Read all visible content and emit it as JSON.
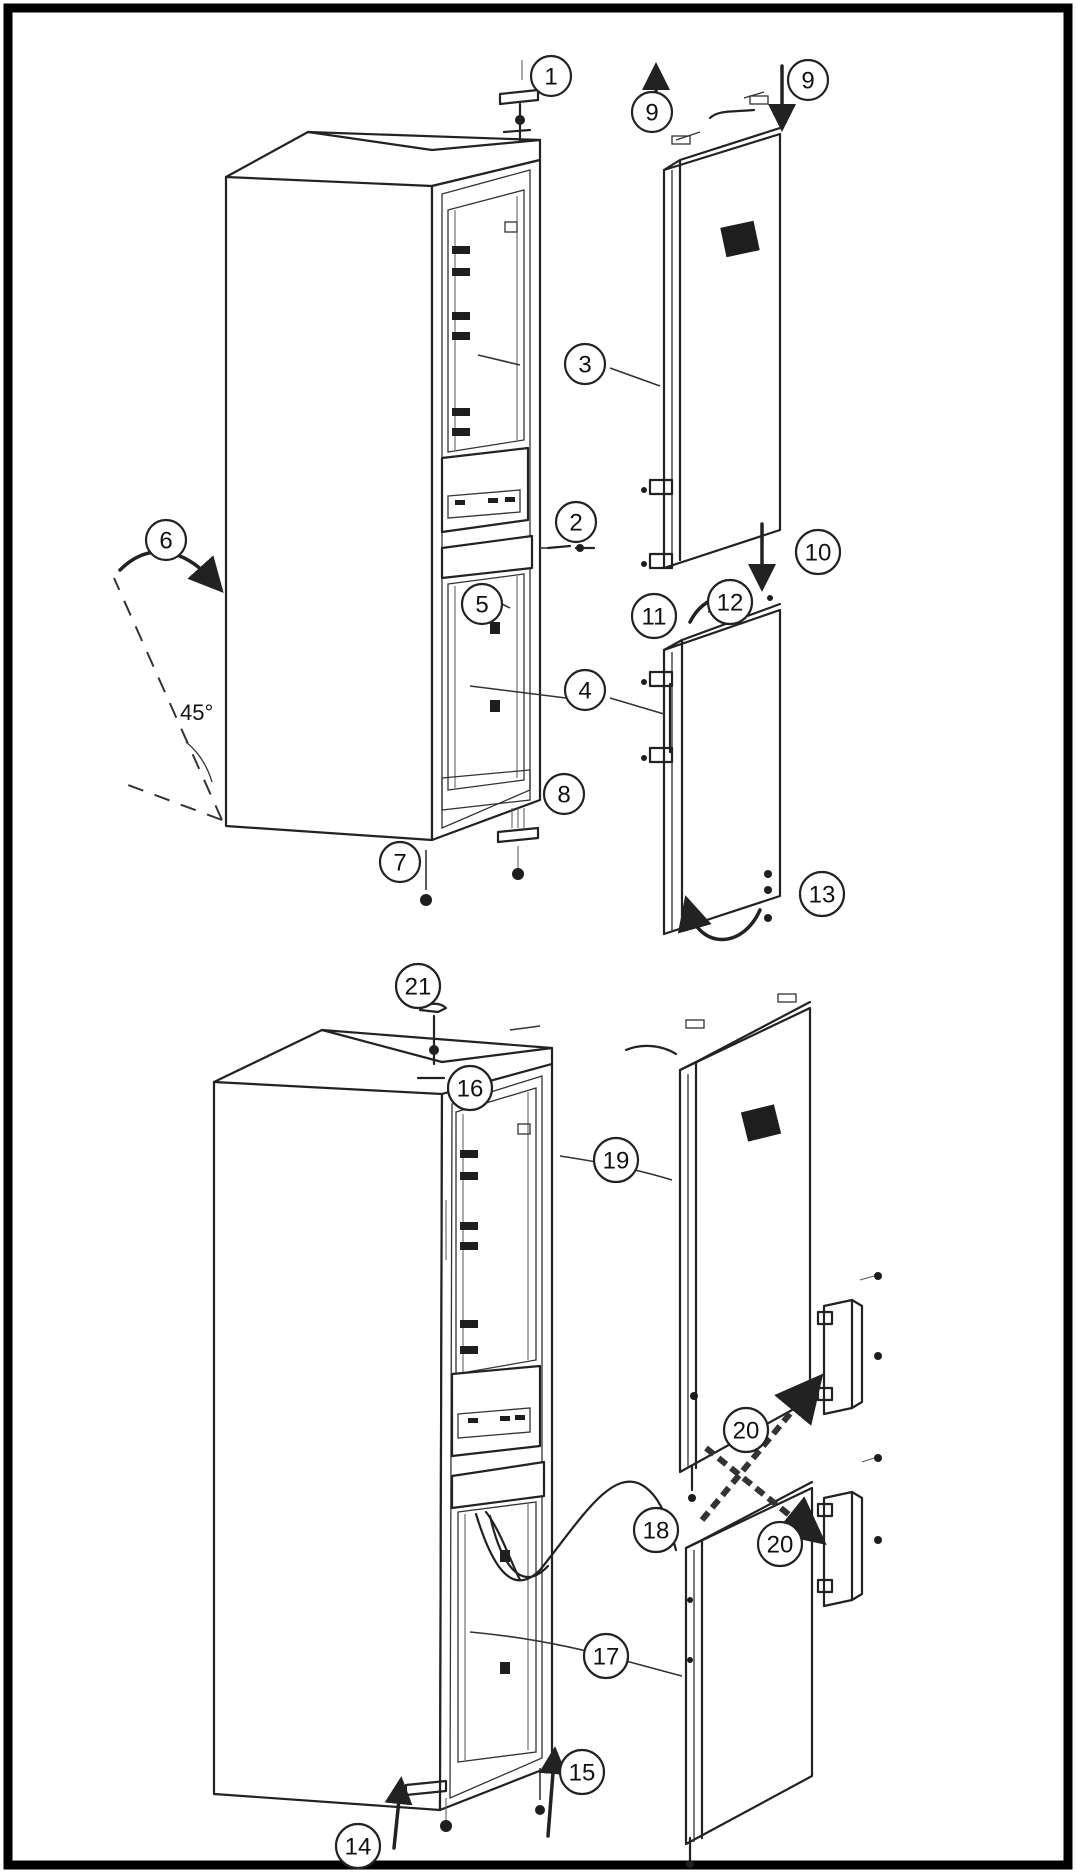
{
  "callouts": [
    {
      "id": "c1",
      "label": "1"
    },
    {
      "id": "c2",
      "label": "2"
    },
    {
      "id": "c3",
      "label": "3"
    },
    {
      "id": "c4",
      "label": "4"
    },
    {
      "id": "c5",
      "label": "5"
    },
    {
      "id": "c6",
      "label": "6"
    },
    {
      "id": "c7",
      "label": "7"
    },
    {
      "id": "c8",
      "label": "8"
    },
    {
      "id": "c9a",
      "label": "9"
    },
    {
      "id": "c9b",
      "label": "9"
    },
    {
      "id": "c10",
      "label": "10"
    },
    {
      "id": "c11",
      "label": "11"
    },
    {
      "id": "c12",
      "label": "12"
    },
    {
      "id": "c13",
      "label": "13"
    },
    {
      "id": "c14",
      "label": "14"
    },
    {
      "id": "c15",
      "label": "15"
    },
    {
      "id": "c16",
      "label": "16"
    },
    {
      "id": "c17",
      "label": "17"
    },
    {
      "id": "c18",
      "label": "18"
    },
    {
      "id": "c19",
      "label": "19"
    },
    {
      "id": "c20a",
      "label": "20"
    },
    {
      "id": "c20b",
      "label": "20"
    },
    {
      "id": "c21",
      "label": "21"
    }
  ],
  "angle_label": "45°"
}
